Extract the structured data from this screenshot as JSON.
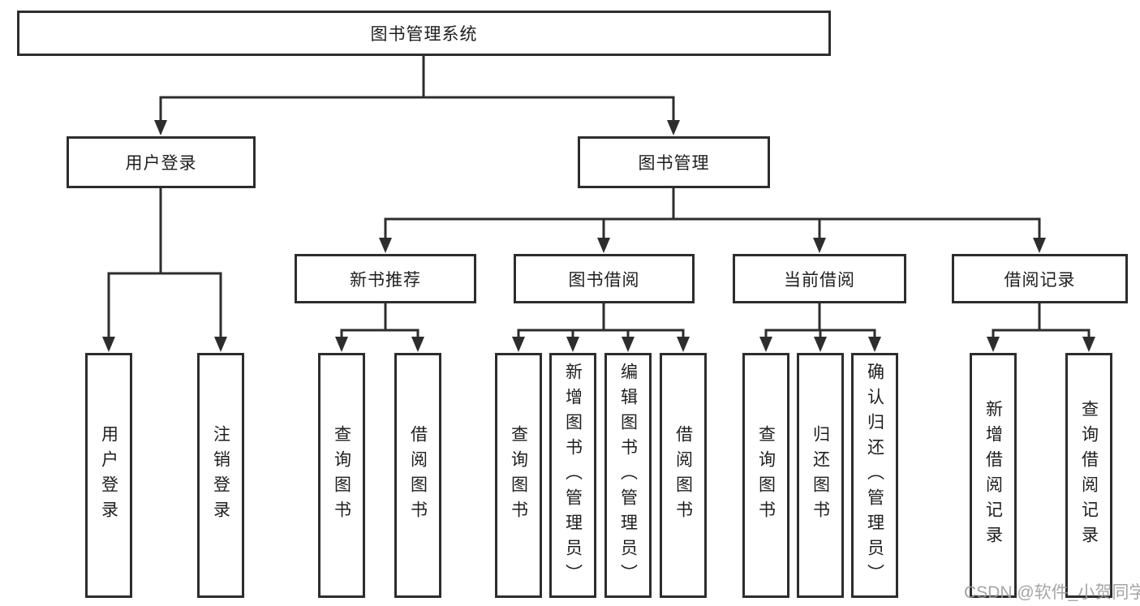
{
  "diagram": {
    "root": "图书管理系统",
    "branches": [
      {
        "label": "用户登录",
        "children": [
          "用户登录",
          "注销登录"
        ]
      },
      {
        "label": "图书管理",
        "sections": [
          {
            "label": "新书推荐",
            "children": [
              "查询图书",
              "借阅图书"
            ]
          },
          {
            "label": "图书借阅",
            "children": [
              "查询图书",
              "新增图书（管理员）",
              "编辑图书（管理员）",
              "借阅图书"
            ]
          },
          {
            "label": "当前借阅",
            "children": [
              "查询图书",
              "归还图书",
              "确认归还（管理员）"
            ]
          },
          {
            "label": "借阅记录",
            "children": [
              "新增借阅记录",
              "查询借阅记录"
            ]
          }
        ]
      }
    ]
  },
  "watermark": "CSDN @软件_小贺同学",
  "colors": {
    "line": "#2d2d2d",
    "text": "#1e1e1e",
    "watermark": "#9c9c9c",
    "background": "#ffffff"
  }
}
